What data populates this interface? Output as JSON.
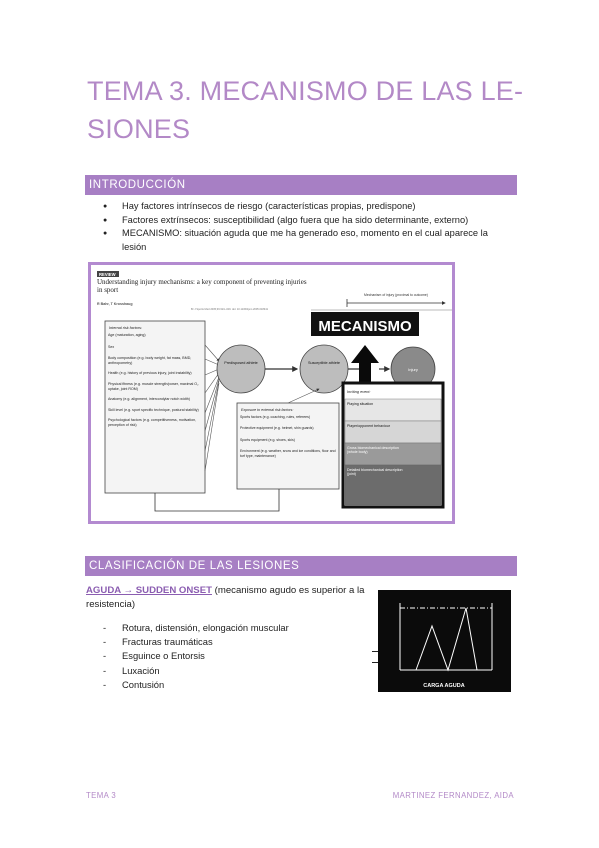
{
  "title": "TEMA 3. MECANISMO DE LAS LE-SIONES",
  "section1": {
    "heading": "INTRODUCCIÓN",
    "bullets": [
      "Hay factores intrínsecos de riesgo (características propias, predispone)",
      "Factores extrínsecos: susceptibilidad (algo fuera que ha sido determinante, externo)",
      "MECANISMO: situación aguda que me ha generado eso, momento en el cual aparece la lesión"
    ]
  },
  "figure": {
    "tag": "REVIEW",
    "heading": "Understanding injury mechanisms: a key component of preventing injuries in sport",
    "authors": "R Bahr, T Krosshaug",
    "citation": "Br J Sports Med 2005;39:324–329. doi: 10.1136/bjsm.2005.018341",
    "mechanism_label": "Mechanism of injury (proximal to outcome)",
    "mecanismo_banner": "MECANISMO",
    "internal": {
      "heading": "Internal risk factors:",
      "items": [
        "Age (maturation, aging)",
        "Sex",
        "Body composition (e.g. body weight, fat mass, BMD, anthropometry)",
        "Health (e.g. history of previous injury, joint instability)",
        "Physical fitness (e.g. muscle strength/power, maximal O₂ uptake, joint ROM)",
        "Anatomy (e.g. alignment, intercondylar notch width)",
        "Skill level (e.g. sport specific technique, postural stability)",
        "Psychological factors (e.g. competitiveness, motivation, perception of risk)"
      ]
    },
    "nodes": {
      "predisposed": "Predisposed athlete",
      "susceptible": "Susceptible athlete",
      "injury": "Injury"
    },
    "external": {
      "heading": "Exposure to external risk factors:",
      "items": [
        "Sports factors (e.g. coaching, rules, referees)",
        "Protective equipment (e.g. helmet, shin guards)",
        "Sports equipment (e.g. shoes, skis)",
        "Environment (e.g. weather, snow and ice conditions, floor and turf type, maintenance)"
      ]
    },
    "inciting": {
      "heading": "Inciting event:",
      "items": [
        "Playing situation",
        "Player/opponent behaviour",
        "Gross biomechanical description (whole body)",
        "Detailed biomechanical description (joint)"
      ]
    }
  },
  "section2": {
    "heading": "CLASIFICACIÓN DE LAS LESIONES",
    "link_text": "AGUDA → SUDDEN ONSET",
    "description": " (mecanismo agudo es superior a la resistencia)",
    "items": [
      "Rotura, distensión, elongación muscular",
      "Fracturas traumáticas",
      "Esguince o Entorsis",
      "Luxación",
      "Contusión"
    ],
    "graph_caption": "CARGA AGUDA"
  },
  "footer": {
    "left": "TEMA 3",
    "right": "MARTINEZ FERNANDEZ, AIDA"
  },
  "colors": {
    "accent": "#a77fc4",
    "title": "#b389c7",
    "figure_border": "#b38ad0"
  }
}
